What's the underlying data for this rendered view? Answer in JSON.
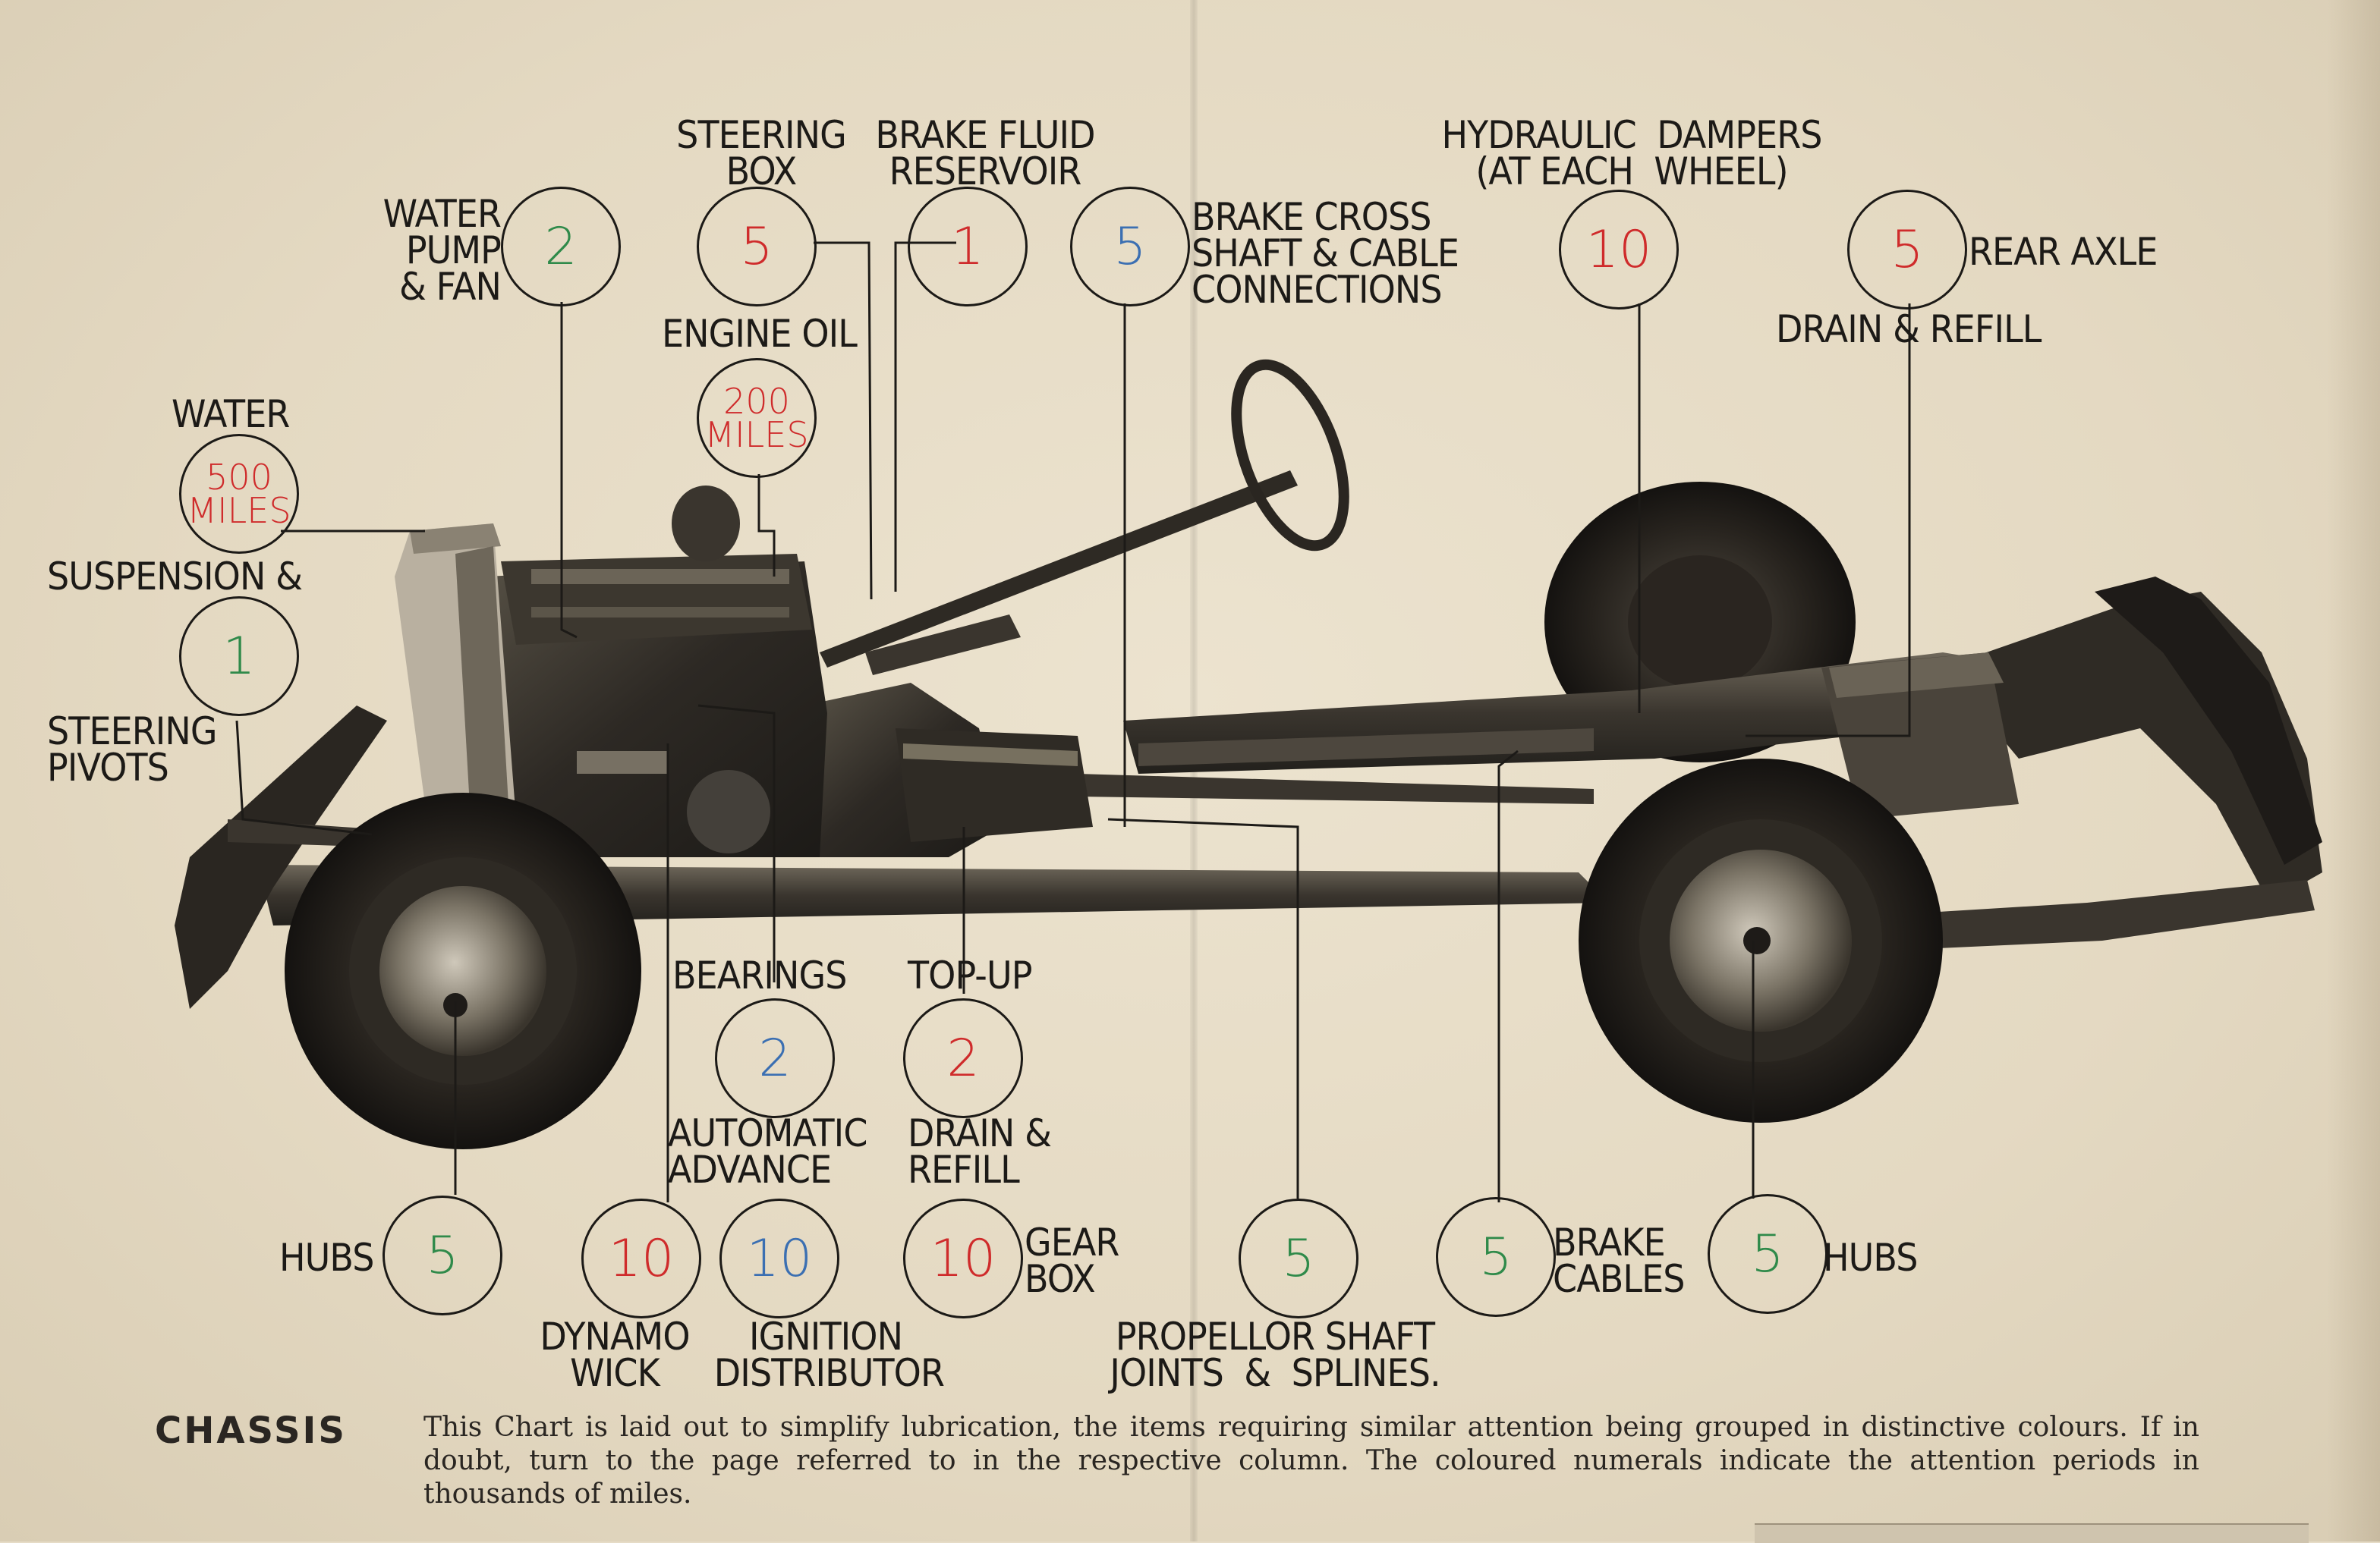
{
  "caption": {
    "title": "CHASSIS",
    "text": "This Chart is laid out to simplify lubrication, the items requiring similar attention being grouped in distinctive colours.  If in doubt, turn to the page referred to in the respective column.   The coloured numerals indicate the attention periods in thousands of miles."
  },
  "labels": {
    "water_pump": "WATER\nPUMP\n& FAN",
    "steering_box": "STEERING\nBOX",
    "brake_fluid": "BRAKE FLUID\nRESERVOIR",
    "brake_cross": "BRAKE CROSS\nSHAFT & CABLE\nCONNECTIONS",
    "hydraulic": "HYDRAULIC  DAMPERS\n(AT EACH  WHEEL)",
    "rear_axle": "REAR AXLE",
    "drain_refill_rear": "DRAIN & REFILL",
    "engine_oil": "ENGINE OIL",
    "water": "WATER",
    "suspension": "SUSPENSION &",
    "steering_pivots": "STEERING\nPIVOTS",
    "bearings": "BEARINGS",
    "top_up": "TOP-UP",
    "automatic_advance": "AUTOMATIC\nADVANCE",
    "drain_refill_gear": "DRAIN &\nREFILL",
    "hubs_front": "HUBS",
    "dynamo_wick": "DYNAMO\nWICK",
    "ignition_distributor": "IGNITION\nDISTRIBUTOR",
    "gear_box": "GEAR\nBOX",
    "propellor": "PROPELLOR SHAFT\nJOINTS  &  SPLINES.",
    "brake_cables": "BRAKE\nCABLES",
    "hubs_rear": "HUBS"
  },
  "circles": {
    "water_pump": {
      "value": "2",
      "color": "#2f8a4a"
    },
    "steering_box": {
      "value": "5",
      "color": "#cf2b2b"
    },
    "brake_fluid": {
      "value": "1",
      "color": "#cf2b2b"
    },
    "brake_cross": {
      "value": "5",
      "color": "#3b6fb2"
    },
    "hydraulic": {
      "value": "10",
      "color": "#cf2b2b"
    },
    "rear_axle": {
      "value": "5",
      "color": "#cf2b2b"
    },
    "engine_oil_top": "200",
    "engine_oil_bottom": "MILES",
    "water_top": "500",
    "water_bottom": "MILES",
    "suspension": {
      "value": "1",
      "color": "#2f8a4a"
    },
    "bearings": {
      "value": "2",
      "color": "#3b6fb2"
    },
    "top_up": {
      "value": "2",
      "color": "#cf2b2b"
    },
    "hubs_front": {
      "value": "5",
      "color": "#2f8a4a"
    },
    "dynamo_wick": {
      "value": "10",
      "color": "#cf2b2b"
    },
    "ignition_distributor": {
      "value": "10",
      "color": "#3b6fb2"
    },
    "gear_box": {
      "value": "10",
      "color": "#cf2b2b"
    },
    "propellor": {
      "value": "5",
      "color": "#2f8a4a"
    },
    "brake_cables": {
      "value": "5",
      "color": "#2f8a4a"
    },
    "hubs_rear": {
      "value": "5",
      "color": "#2f8a4a"
    }
  }
}
